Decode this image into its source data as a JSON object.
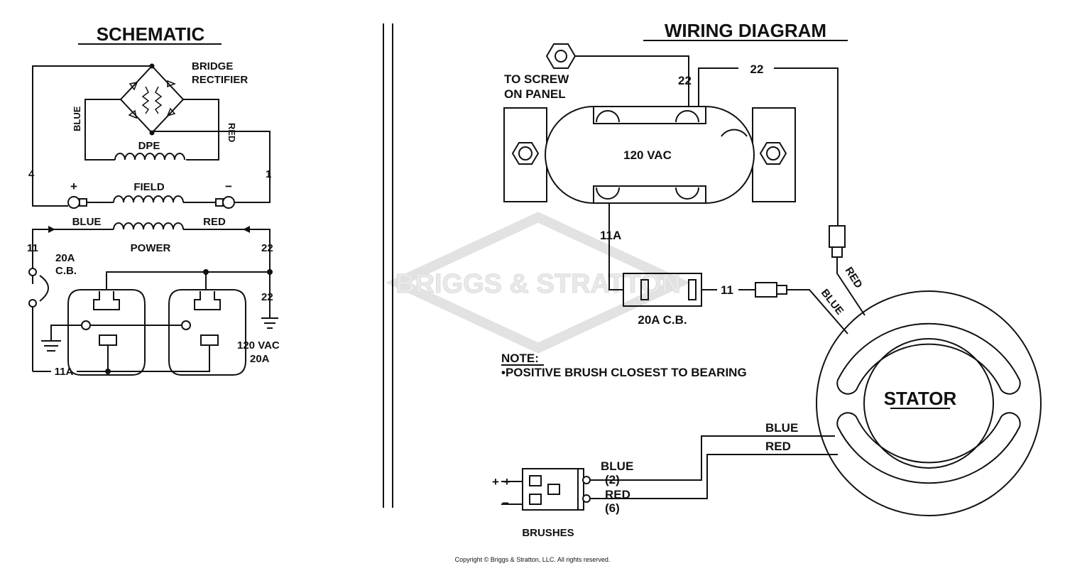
{
  "schematic": {
    "title": "SCHEMATIC",
    "bridge_label_1": "BRIDGE",
    "bridge_label_2": "RECTIFIER",
    "blue_vertical": "BLUE",
    "red_vertical": "RED",
    "dpe": "DPE",
    "wire_4": "4",
    "wire_1": "1",
    "plus": "+",
    "minus": "−",
    "field": "FIELD",
    "blue_power": "BLUE",
    "red_power": "RED",
    "power": "POWER",
    "wire_11": "11",
    "wire_22_top": "22",
    "wire_22_bottom": "22",
    "cb_label_1": "20A",
    "cb_label_2": "C.B.",
    "wire_11a": "11A",
    "outlet_label_1": "120 VAC",
    "outlet_label_2": "20A"
  },
  "wiring": {
    "title": "WIRING DIAGRAM",
    "to_screw_1": "TO SCREW",
    "to_screw_2": "ON PANEL",
    "wire_22_a": "22",
    "wire_22_b": "22",
    "receptacle": "120 VAC",
    "wire_11a": "11A",
    "wire_11": "11",
    "cb": "20A C.B.",
    "red": "RED",
    "blue": "BLUE",
    "note_title": "NOTE:",
    "note_text": "•POSITIVE BRUSH CLOSEST TO BEARING",
    "stator": "STATOR",
    "stator_blue": "BLUE",
    "stator_red": "RED",
    "brush_blue": "BLUE",
    "brush_blue_num": "(2)",
    "brush_red": "RED",
    "brush_red_num": "(6)",
    "brushes": "BRUSHES",
    "brush_plus": "+",
    "brush_minus": "−"
  },
  "watermark": "BRIGGS & STRATTON",
  "copyright": "Copyright © Briggs & Stratton, LLC. All rights reserved."
}
